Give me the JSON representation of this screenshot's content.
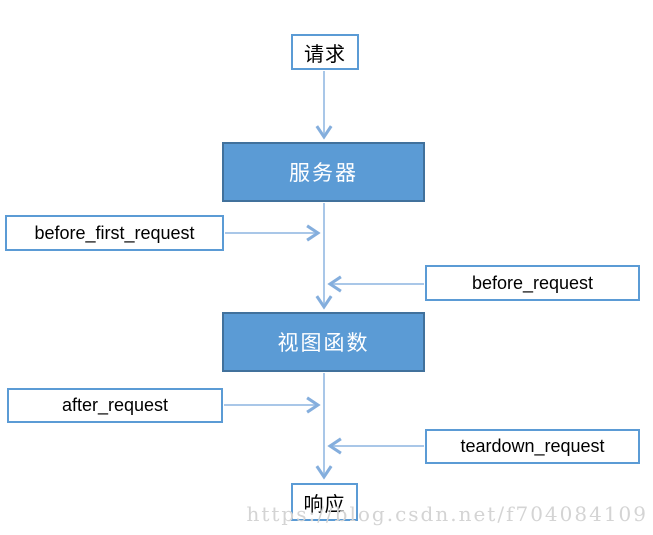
{
  "diagram": {
    "type": "flowchart",
    "topic": "request lifecycle hooks",
    "nodes": {
      "request": {
        "label": "请求",
        "kind": "terminal"
      },
      "server": {
        "label": "服务器",
        "kind": "process"
      },
      "before_first_request": {
        "label": "before_first_request",
        "kind": "hook"
      },
      "before_request": {
        "label": "before_request",
        "kind": "hook"
      },
      "view_function": {
        "label": "视图函数",
        "kind": "process"
      },
      "after_request": {
        "label": "after_request",
        "kind": "hook"
      },
      "teardown_request": {
        "label": "teardown_request",
        "kind": "hook"
      },
      "response": {
        "label": "响应",
        "kind": "terminal"
      }
    },
    "edges": [
      {
        "from": "request",
        "to": "server"
      },
      {
        "from": "server",
        "to": "view_function"
      },
      {
        "from": "before_first_request",
        "to": "main-flow"
      },
      {
        "from": "before_request",
        "to": "main-flow"
      },
      {
        "from": "view_function",
        "to": "response"
      },
      {
        "from": "after_request",
        "to": "main-flow"
      },
      {
        "from": "teardown_request",
        "to": "main-flow"
      }
    ],
    "colors": {
      "process_fill": "#5b9bd5",
      "process_border": "#41719c",
      "hook_border": "#5b9bd5",
      "connector_line": "#a9c7e8",
      "arrowhead": "#84aedd",
      "text_dark": "#000000",
      "text_light": "#ffffff",
      "watermark_text": "#d4d4d4",
      "background": "#ffffff"
    }
  },
  "watermark": {
    "text": "https://blog.csdn.net/f704084109"
  }
}
